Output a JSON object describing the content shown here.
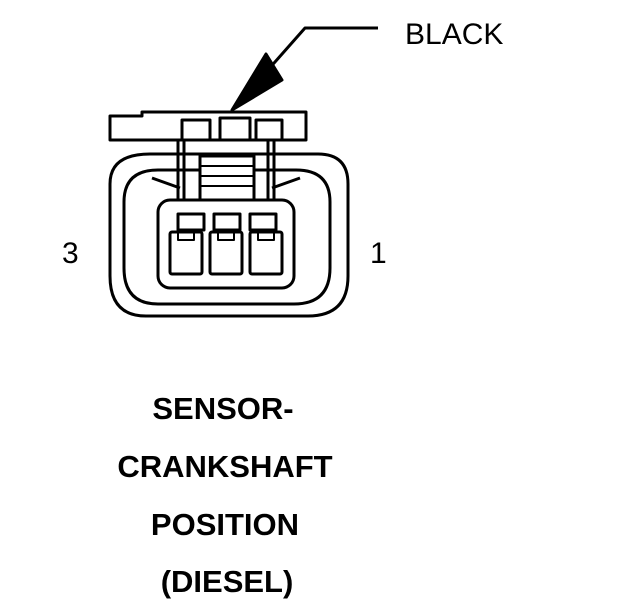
{
  "callout": {
    "label": "BLACK"
  },
  "pins": {
    "left": "3",
    "right": "1"
  },
  "title": {
    "lines": [
      "SENSOR-",
      "CRANKSHAFT",
      "POSITION",
      "(DIESEL)"
    ]
  },
  "colors": {
    "ink": "#000000",
    "background": "#ffffff"
  }
}
